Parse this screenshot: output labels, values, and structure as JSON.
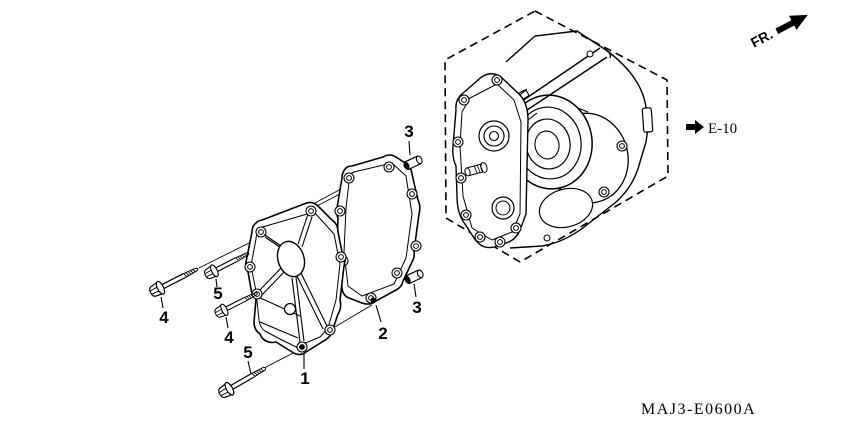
{
  "diagram": {
    "code": "MAJ3-E0600A",
    "fr_label": "FR.",
    "ref_label": "E-10",
    "colors": {
      "background": "#ffffff",
      "line": "#000000"
    },
    "callouts": [
      {
        "label": "1"
      },
      {
        "label": "2"
      },
      {
        "label": "3"
      },
      {
        "label": "3"
      },
      {
        "label": "4"
      },
      {
        "label": "4"
      },
      {
        "label": "5"
      },
      {
        "label": "5"
      }
    ]
  }
}
